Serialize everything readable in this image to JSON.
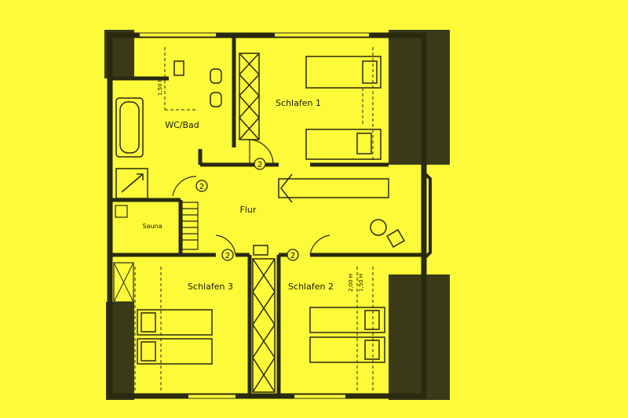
{
  "colors": {
    "background": "#fdfa3a",
    "ink": "#1a1a0a",
    "wall": "#2a2a10",
    "roof": "#3a3a18"
  },
  "rooms": {
    "wc_bad": "WC/Bad",
    "schlafen_1": "Schlafen 1",
    "sauna": "Sauna",
    "flur": "Flur",
    "schlafen_3": "Schlafen 3",
    "schlafen_2": "Schlafen 2"
  },
  "heights": {
    "wc": "1,50 H",
    "schlafen2_a": "2,00 H",
    "schlafen2_b": "1,50 H"
  },
  "door_markers": [
    "2",
    "2",
    "2",
    "2"
  ],
  "icons": [
    "toilet-icon",
    "sink-icon",
    "bathtub-icon",
    "shower-icon",
    "bed-icon",
    "table-icon",
    "chair-icon",
    "wardrobe-icon"
  ]
}
